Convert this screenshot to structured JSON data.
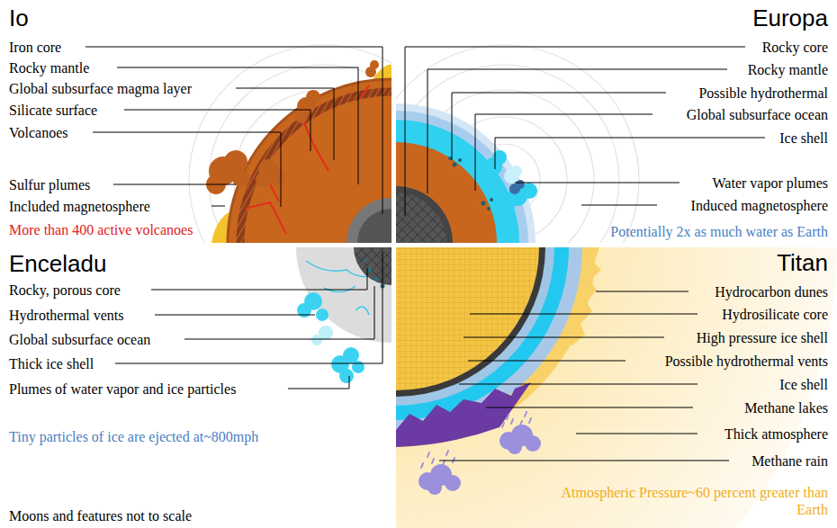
{
  "diagram": {
    "caption": "Moons and features not to scale",
    "labels": [
      "Io",
      "Iron core",
      "Rocky mantle",
      "Global subsurface magma layer",
      "Silicate surface",
      "Volcanoes",
      "Sulfur plumes",
      "Included magnetosphere",
      "More than 400 active volcanoes",
      "Europa",
      "Rocky core",
      "Rocky mantle",
      "Possible hydrothermal",
      "Global subsurface ocean",
      "Ice shell",
      "Water vapor plumes",
      "Induced magnetosphere",
      "Potentially 2x as much water as Earth",
      "Enceladu",
      "Rocky, porous core",
      "Hydrothermal vents",
      "Global subsurface ocean",
      "Thick ice shell",
      "Plumes of water vapor and ice particles",
      "Tiny particles of ice are ejected at~800mph",
      "Titan",
      "Hydrocarbon dunes",
      "Hydrosilicate core",
      "High pressure ice shell",
      "Possible hydrothermal vents",
      "Ice shell",
      "Methane lakes",
      "Thick atmosphere",
      "Methane rain",
      "Atmospheric Pressure~60 percent greater than Earth"
    ]
  }
}
